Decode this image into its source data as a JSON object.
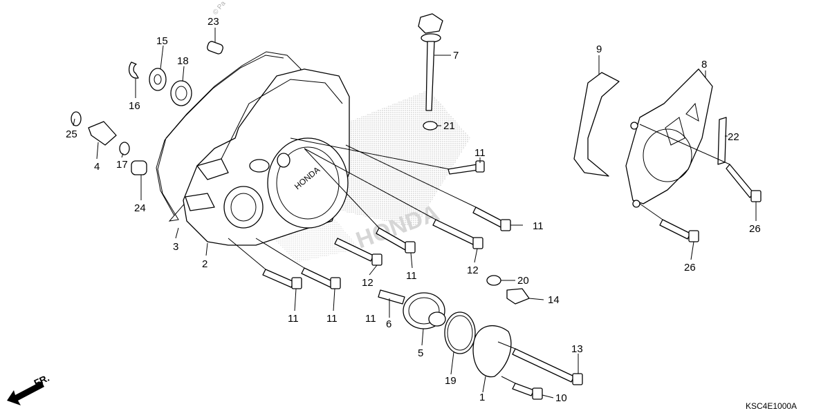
{
  "diagram": {
    "code": "KSC4E1000A",
    "front_label": "FR.",
    "watermark_text": "HONDA",
    "watermark_small": "© Pa",
    "cover_emboss": "HONDA",
    "callouts": [
      "23",
      "15",
      "18",
      "7",
      "9",
      "8",
      "16",
      "21",
      "25",
      "4",
      "17",
      "24",
      "22",
      "11",
      "11",
      "3",
      "11",
      "26",
      "2",
      "12",
      "26",
      "12",
      "11",
      "20",
      "14",
      "11",
      "11",
      "6",
      "5",
      "13",
      "19",
      "1",
      "10"
    ]
  }
}
